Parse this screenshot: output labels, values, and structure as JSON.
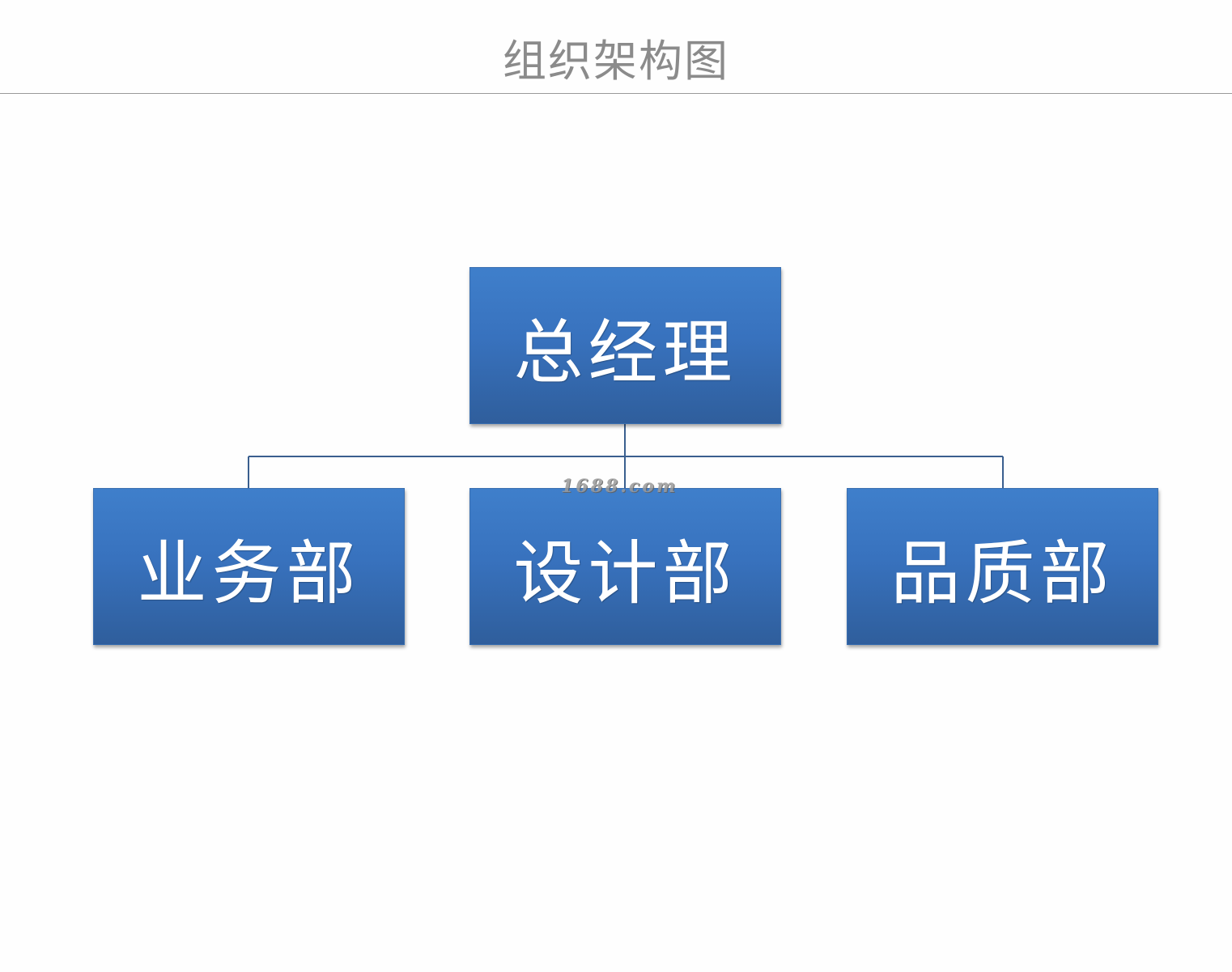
{
  "title": "组织架构图",
  "org_chart": {
    "root": {
      "label": "总经理"
    },
    "children": [
      {
        "label": "业务部"
      },
      {
        "label": "设计部"
      },
      {
        "label": "品质部"
      }
    ]
  },
  "watermark": "1688.com",
  "colors": {
    "box_top": "#3f7fcb",
    "box_bottom": "#2f5e9c",
    "connector": "#3a5f8f",
    "title_text": "#8b8b8b",
    "box_text": "#ffffff"
  }
}
